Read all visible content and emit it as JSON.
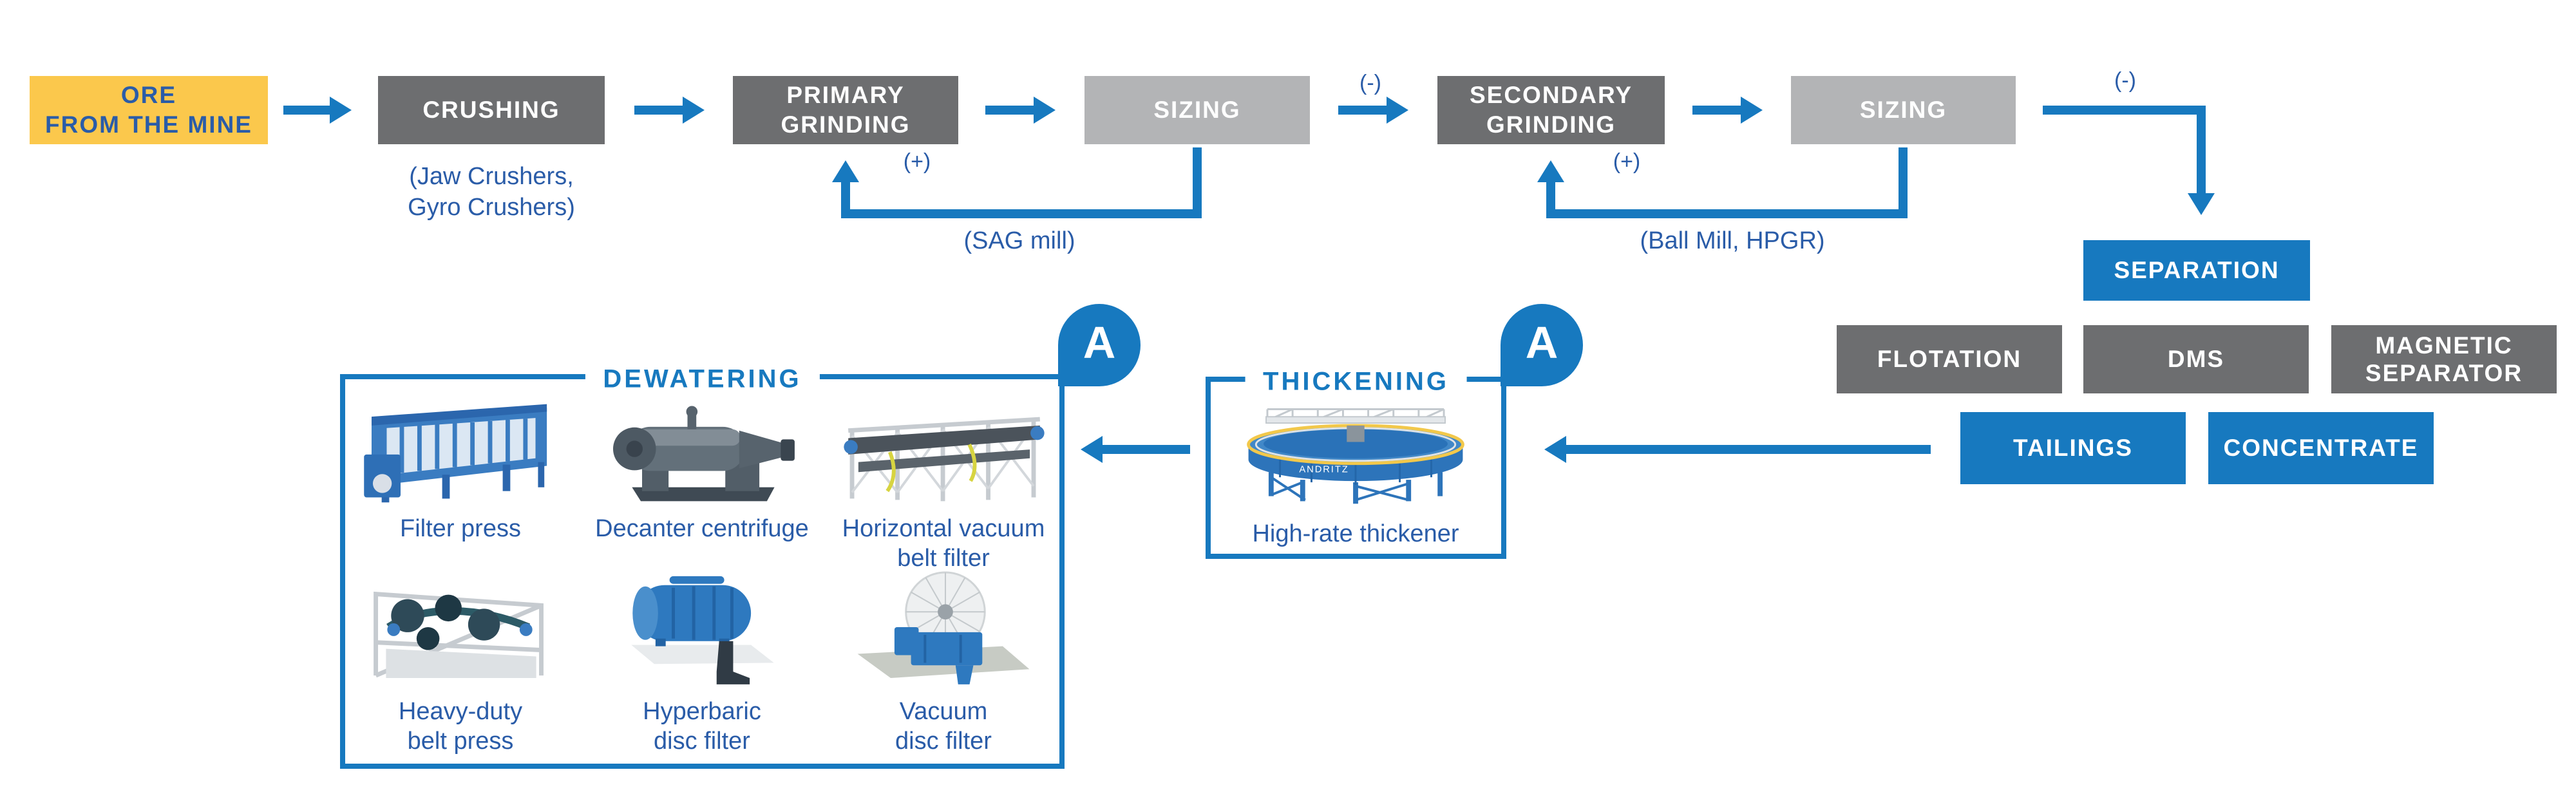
{
  "palette": {
    "yellow": "#FBC84C",
    "dark-gray": "#6D6E70",
    "light-gray": "#B3B4B6",
    "blue": "#1779BF",
    "navy": "#2A5CA8",
    "white": "#FFFFFF"
  },
  "flow": {
    "ore": {
      "line1": "ORE",
      "line2": "FROM THE MINE"
    },
    "crushing": {
      "label": "CRUSHING",
      "caption_line1": "(Jaw Crushers,",
      "caption_line2": "Gyro Crushers)"
    },
    "primary_grinding": {
      "line1": "PRIMARY",
      "line2": "GRINDING"
    },
    "sizing_1": {
      "label": "SIZING"
    },
    "secondary_grinding": {
      "line1": "SECONDARY",
      "line2": "GRINDING"
    },
    "sizing_2": {
      "label": "SIZING"
    },
    "plus_1": "(+)",
    "plus_2": "(+)",
    "minus_1": "(-)",
    "minus_2": "(-)",
    "sag_loop_caption": "(SAG mill)",
    "ball_mill_loop_caption": "(Ball Mill, HPGR)",
    "separation": {
      "label": "SEPARATION"
    },
    "flotation": {
      "label": "FLOTATION"
    },
    "dms": {
      "label": "DMS"
    },
    "magnetic_separator": {
      "line1": "MAGNETIC",
      "line2": "SEPARATOR"
    },
    "tailings": {
      "label": "TAILINGS"
    },
    "concentrate": {
      "label": "CONCENTRATE"
    }
  },
  "thickening": {
    "title": "THICKENING",
    "equipment": [
      {
        "caption_line1": "High-rate thickener",
        "caption_line2": ""
      }
    ]
  },
  "dewatering": {
    "title": "DEWATERING",
    "equipment": [
      {
        "caption_line1": "Filter press",
        "caption_line2": ""
      },
      {
        "caption_line1": "Decanter centrifuge",
        "caption_line2": ""
      },
      {
        "caption_line1": "Horizontal vacuum",
        "caption_line2": "belt filter"
      },
      {
        "caption_line1": "Heavy-duty",
        "caption_line2": "belt press"
      },
      {
        "caption_line1": "Hyperbaric",
        "caption_line2": "disc filter"
      },
      {
        "caption_line1": "Vacuum",
        "caption_line2": "disc filter"
      }
    ]
  },
  "branding": {
    "logo_letter": "A",
    "wordmark": "ANDRITZ"
  }
}
